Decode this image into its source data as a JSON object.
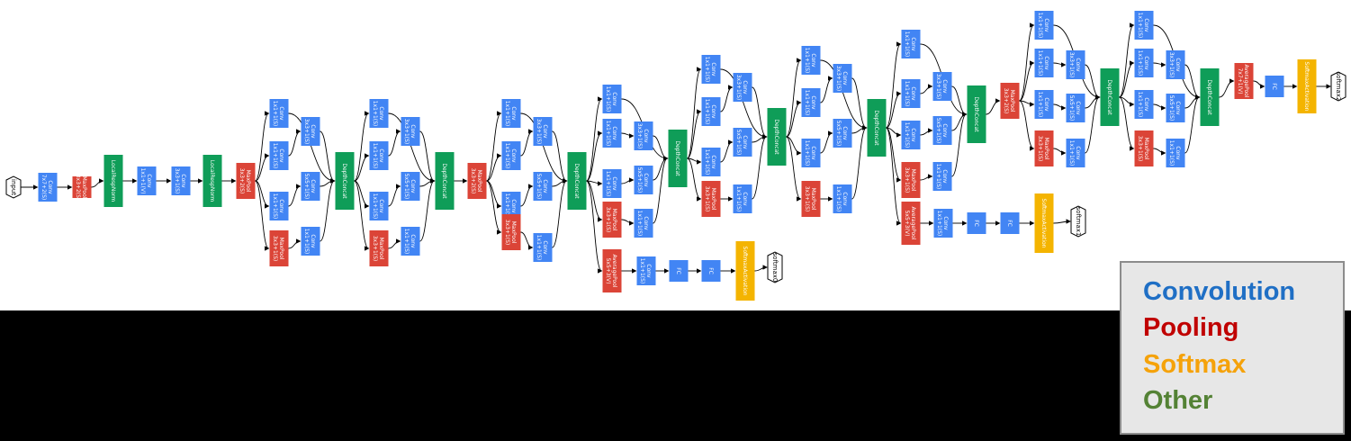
{
  "colors": {
    "conv": "#4285f4",
    "pool": "#db4437",
    "softmax": "#f4b400",
    "other": "#0f9d58",
    "legend_conv": "#1f6fc5",
    "legend_pool": "#c00000",
    "legend_softmax": "#f5a20a",
    "legend_other": "#548235"
  },
  "legend": {
    "conv": "Convolution",
    "pool": "Pooling",
    "softmax": "Softmax",
    "other": "Other"
  },
  "diagram": {
    "nodes": [
      {
        "id": "input",
        "type": "terminal",
        "label": "input"
      },
      {
        "id": "conv1",
        "type": "conv",
        "label": "Conv 7x7+2(S)"
      },
      {
        "id": "pool1",
        "type": "pool",
        "label": "MaxPool 3x3+2(S)"
      },
      {
        "id": "lrn1",
        "type": "other",
        "label": "LocalRespNorm"
      },
      {
        "id": "conv2r",
        "type": "conv",
        "label": "Conv 1x1+1(V)"
      },
      {
        "id": "conv2",
        "type": "conv",
        "label": "Conv 3x3+1(S)"
      },
      {
        "id": "lrn2",
        "type": "other",
        "label": "LocalRespNorm"
      },
      {
        "id": "pool2",
        "type": "pool",
        "label": "MaxPool 3x3+2(S)"
      },
      {
        "id": "i3a_a",
        "type": "conv",
        "label": "Conv 1x1+1(S)"
      },
      {
        "id": "i3a_b1",
        "type": "conv",
        "label": "Conv 1x1+1(S)"
      },
      {
        "id": "i3a_c1",
        "type": "conv",
        "label": "Conv 1x1+1(S)"
      },
      {
        "id": "i3a_d1",
        "type": "pool",
        "label": "MaxPool 3x3+1(S)"
      },
      {
        "id": "i3a_b2",
        "type": "conv",
        "label": "Conv 3x3+1(S)"
      },
      {
        "id": "i3a_c2",
        "type": "conv",
        "label": "Conv 5x5+1(S)"
      },
      {
        "id": "i3a_d2",
        "type": "conv",
        "label": "Conv 1x1+1(S)"
      },
      {
        "id": "i3a_cat",
        "type": "other",
        "label": "DepthConcat"
      },
      {
        "id": "i3b_a",
        "type": "conv",
        "label": "Conv 1x1+1(S)"
      },
      {
        "id": "i3b_b1",
        "type": "conv",
        "label": "Conv 1x1+1(S)"
      },
      {
        "id": "i3b_c1",
        "type": "conv",
        "label": "Conv 1x1+1(S)"
      },
      {
        "id": "i3b_d1",
        "type": "pool",
        "label": "MaxPool 3x3+1(S)"
      },
      {
        "id": "i3b_b2",
        "type": "conv",
        "label": "Conv 3x3+1(S)"
      },
      {
        "id": "i3b_c2",
        "type": "conv",
        "label": "Conv 5x5+1(S)"
      },
      {
        "id": "i3b_d2",
        "type": "conv",
        "label": "Conv 1x1+1(S)"
      },
      {
        "id": "i3b_cat",
        "type": "other",
        "label": "DepthConcat"
      },
      {
        "id": "pool3",
        "type": "pool",
        "label": "MaxPool 3x3+2(S)"
      },
      {
        "id": "i4a_a",
        "type": "conv",
        "label": "Conv 1x1+1(S)"
      },
      {
        "id": "i4a_b1",
        "type": "conv",
        "label": "Conv 1x1+1(S)"
      },
      {
        "id": "i4a_c1",
        "type": "conv",
        "label": "Conv 1x1+1(S)"
      },
      {
        "id": "i4a_d1",
        "type": "pool",
        "label": "MaxPool 3x3+1(S)"
      },
      {
        "id": "i4a_b2",
        "type": "conv",
        "label": "Conv 3x3+1(S)"
      },
      {
        "id": "i4a_c2",
        "type": "conv",
        "label": "Conv 5x5+1(S)"
      },
      {
        "id": "i4a_d2",
        "type": "conv",
        "label": "Conv 1x1+1(S)"
      },
      {
        "id": "i4a_cat",
        "type": "other",
        "label": "DepthConcat"
      },
      {
        "id": "i4b_a",
        "type": "conv",
        "label": "Conv 1x1+1(S)"
      },
      {
        "id": "i4b_b1",
        "type": "conv",
        "label": "Conv 1x1+1(S)"
      },
      {
        "id": "i4b_c1",
        "type": "conv",
        "label": "Conv 1x1+1(S)"
      },
      {
        "id": "i4b_d1",
        "type": "pool",
        "label": "MaxPool 3x3+1(S)"
      },
      {
        "id": "i4b_b2",
        "type": "conv",
        "label": "Conv 3x3+1(S)"
      },
      {
        "id": "i4b_c2",
        "type": "conv",
        "label": "Conv 5x5+1(S)"
      },
      {
        "id": "i4b_d2",
        "type": "conv",
        "label": "Conv 1x1+1(S)"
      },
      {
        "id": "i4b_cat",
        "type": "other",
        "label": "DepthConcat"
      },
      {
        "id": "aux0_pool",
        "type": "pool",
        "label": "AveragePool 5x5+3(V)"
      },
      {
        "id": "aux0_conv",
        "type": "conv",
        "label": "Conv 1x1+1(S)"
      },
      {
        "id": "aux0_fc1",
        "type": "conv",
        "label": "FC"
      },
      {
        "id": "aux0_fc2",
        "type": "conv",
        "label": "FC"
      },
      {
        "id": "aux0_sm",
        "type": "softmax",
        "label": "SoftmaxActivation"
      },
      {
        "id": "aux0_out",
        "type": "terminal",
        "label": "softmax0"
      },
      {
        "id": "i4c_a",
        "type": "conv",
        "label": "Conv 1x1+1(S)"
      },
      {
        "id": "i4c_b1",
        "type": "conv",
        "label": "Conv 1x1+1(S)"
      },
      {
        "id": "i4c_c1",
        "type": "conv",
        "label": "Conv 1x1+1(S)"
      },
      {
        "id": "i4c_d1",
        "type": "pool",
        "label": "MaxPool 3x3+1(S)"
      },
      {
        "id": "i4c_b2",
        "type": "conv",
        "label": "Conv 3x3+1(S)"
      },
      {
        "id": "i4c_c2",
        "type": "conv",
        "label": "Conv 5x5+1(S)"
      },
      {
        "id": "i4c_d2",
        "type": "conv",
        "label": "Conv 1x1+1(S)"
      },
      {
        "id": "i4c_cat",
        "type": "other",
        "label": "DepthConcat"
      },
      {
        "id": "i4d_a",
        "type": "conv",
        "label": "Conv 1x1+1(S)"
      },
      {
        "id": "i4d_b1",
        "type": "conv",
        "label": "Conv 1x1+1(S)"
      },
      {
        "id": "i4d_c1",
        "type": "conv",
        "label": "Conv 1x1+1(S)"
      },
      {
        "id": "i4d_d1",
        "type": "pool",
        "label": "MaxPool 3x3+1(S)"
      },
      {
        "id": "i4d_b2",
        "type": "conv",
        "label": "Conv 3x3+1(S)"
      },
      {
        "id": "i4d_c2",
        "type": "conv",
        "label": "Conv 5x5+1(S)"
      },
      {
        "id": "i4d_d2",
        "type": "conv",
        "label": "Conv 1x1+1(S)"
      },
      {
        "id": "i4d_cat",
        "type": "other",
        "label": "DepthConcat"
      },
      {
        "id": "i4e_a",
        "type": "conv",
        "label": "Conv 1x1+1(S)"
      },
      {
        "id": "i4e_b1",
        "type": "conv",
        "label": "Conv 1x1+1(S)"
      },
      {
        "id": "i4e_c1",
        "type": "conv",
        "label": "Conv 1x1+1(S)"
      },
      {
        "id": "i4e_d1",
        "type": "pool",
        "label": "MaxPool 3x3+1(S)"
      },
      {
        "id": "i4e_b2",
        "type": "conv",
        "label": "Conv 3x3+1(S)"
      },
      {
        "id": "i4e_c2",
        "type": "conv",
        "label": "Conv 5x5+1(S)"
      },
      {
        "id": "i4e_d2",
        "type": "conv",
        "label": "Conv 1x1+1(S)"
      },
      {
        "id": "i4e_cat",
        "type": "other",
        "label": "DepthConcat"
      },
      {
        "id": "aux1_pool",
        "type": "pool",
        "label": "AveragePool 5x5+3(V)"
      },
      {
        "id": "aux1_conv",
        "type": "conv",
        "label": "Conv 1x1+1(S)"
      },
      {
        "id": "aux1_fc1",
        "type": "conv",
        "label": "FC"
      },
      {
        "id": "aux1_fc2",
        "type": "conv",
        "label": "FC"
      },
      {
        "id": "aux1_sm",
        "type": "softmax",
        "label": "SoftmaxActivation"
      },
      {
        "id": "aux1_out",
        "type": "terminal",
        "label": "softmax1"
      },
      {
        "id": "pool4",
        "type": "pool",
        "label": "MaxPool 3x3+2(S)"
      },
      {
        "id": "i5a_a",
        "type": "conv",
        "label": "Conv 1x1+1(S)"
      },
      {
        "id": "i5a_b1",
        "type": "conv",
        "label": "Conv 1x1+1(S)"
      },
      {
        "id": "i5a_c1",
        "type": "conv",
        "label": "Conv 1x1+1(S)"
      },
      {
        "id": "i5a_d1",
        "type": "pool",
        "label": "MaxPool 3x3+1(S)"
      },
      {
        "id": "i5a_b2",
        "type": "conv",
        "label": "Conv 3x3+1(S)"
      },
      {
        "id": "i5a_c2",
        "type": "conv",
        "label": "Conv 5x5+1(S)"
      },
      {
        "id": "i5a_d2",
        "type": "conv",
        "label": "Conv 1x1+1(S)"
      },
      {
        "id": "i5a_cat",
        "type": "other",
        "label": "DepthConcat"
      },
      {
        "id": "i5b_a",
        "type": "conv",
        "label": "Conv 1x1+1(S)"
      },
      {
        "id": "i5b_b1",
        "type": "conv",
        "label": "Conv 1x1+1(S)"
      },
      {
        "id": "i5b_c1",
        "type": "conv",
        "label": "Conv 1x1+1(S)"
      },
      {
        "id": "i5b_d1",
        "type": "pool",
        "label": "MaxPool 3x3+1(S)"
      },
      {
        "id": "i5b_b2",
        "type": "conv",
        "label": "Conv 3x3+1(S)"
      },
      {
        "id": "i5b_c2",
        "type": "conv",
        "label": "Conv 5x5+1(S)"
      },
      {
        "id": "i5b_d2",
        "type": "conv",
        "label": "Conv 1x1+1(S)"
      },
      {
        "id": "i5b_cat",
        "type": "other",
        "label": "DepthConcat"
      },
      {
        "id": "avgpool",
        "type": "pool",
        "label": "AveragePool 7x7+1(V)"
      },
      {
        "id": "fc",
        "type": "conv",
        "label": "FC"
      },
      {
        "id": "sm2",
        "type": "softmax",
        "label": "SoftmaxActivation"
      },
      {
        "id": "out2",
        "type": "terminal",
        "label": "softmax2"
      }
    ]
  }
}
